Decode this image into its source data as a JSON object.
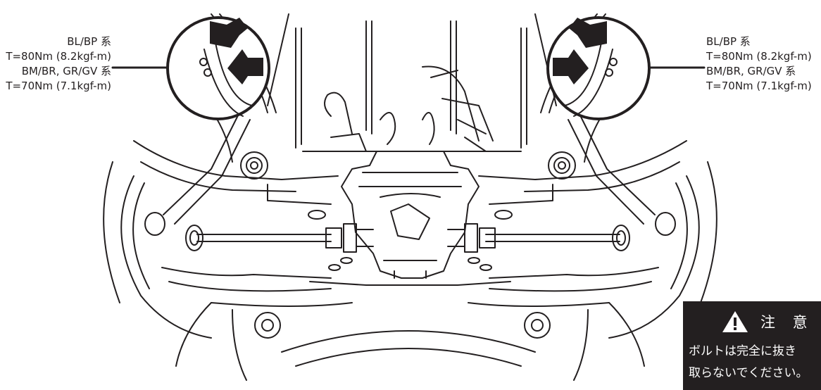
{
  "spec_left": {
    "line1": "BL/BP 系",
    "line2": "T=80Nm (8.2kgf-m)",
    "line3": "BM/BR, GR/GV 系",
    "line4": "T=70Nm (7.1kgf-m)"
  },
  "spec_right": {
    "line1": "BL/BP 系",
    "line2": "T=80Nm (8.2kgf-m)",
    "line3": "BM/BR, GR/GV 系",
    "line4": "T=70Nm (7.1kgf-m)"
  },
  "caution": {
    "title": "注 意",
    "line1": "ボルトは完全に抜き",
    "line2": "取らないでください。",
    "icon": "warning-triangle-icon"
  },
  "colors": {
    "ink": "#231f20",
    "background": "#ffffff",
    "caution_bg": "#231f20",
    "caution_text": "#ffffff"
  }
}
